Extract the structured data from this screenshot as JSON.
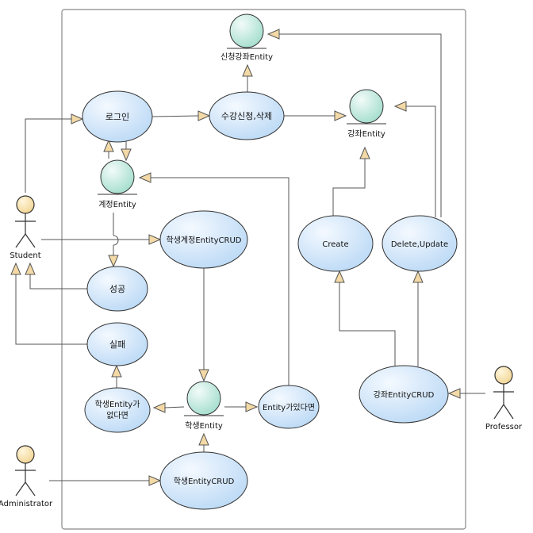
{
  "actors": {
    "student": "Student",
    "administrator": "Administrator",
    "professor": "Professor"
  },
  "entities": {
    "sincheong": "신청강좌Entity",
    "gangjwa": "강좌Entity",
    "gyejeong": "계정Entity",
    "haksaeng": "학생Entity"
  },
  "usecases": {
    "login": "로그인",
    "sugang": "수강신청,삭제",
    "student_account_crud": "학생계정EntityCRUD",
    "success": "성공",
    "fail": "실패",
    "no_entity_line1": "학생Entity가",
    "no_entity_line2": "없다면",
    "if_entity": "Entity가있다면",
    "student_crud": "학생EntityCRUD",
    "create": "Create",
    "delete_update": "Delete,Update",
    "course_crud": "강좌EntityCRUD"
  },
  "colors": {
    "usecase_fill_light": "#f4f9ff",
    "usecase_fill_dark": "#b9d8f5",
    "entity_fill_light": "#f2fbf8",
    "entity_fill_dark": "#9fdccb",
    "actor_fill": "#f6e3b0",
    "arrow_fill": "#f3d9a6",
    "line": "#555555"
  }
}
